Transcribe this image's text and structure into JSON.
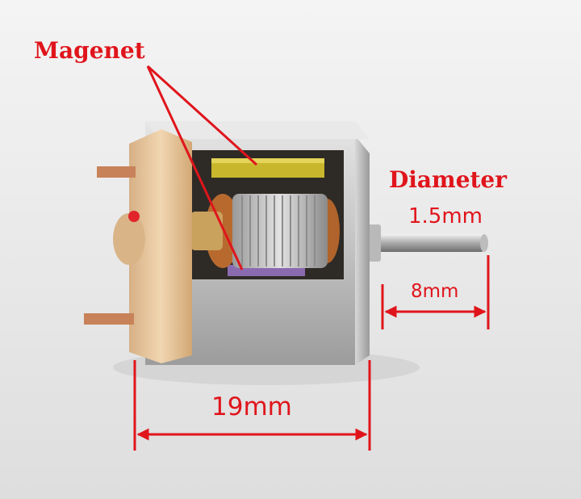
{
  "annotations": {
    "magnet_label": "Magenet",
    "diameter_label": "Diameter",
    "diameter_value": "1.5mm",
    "shaft_length": "8mm",
    "body_length": "19mm"
  },
  "colors": {
    "annotation_red": "#e0151c",
    "background": "#eeeeee",
    "metal_body": "#c9c9c9",
    "magnet_yellow": "#c6b52a",
    "coil_copper": "#b86a2e",
    "end_cap": "#e7c49c"
  }
}
